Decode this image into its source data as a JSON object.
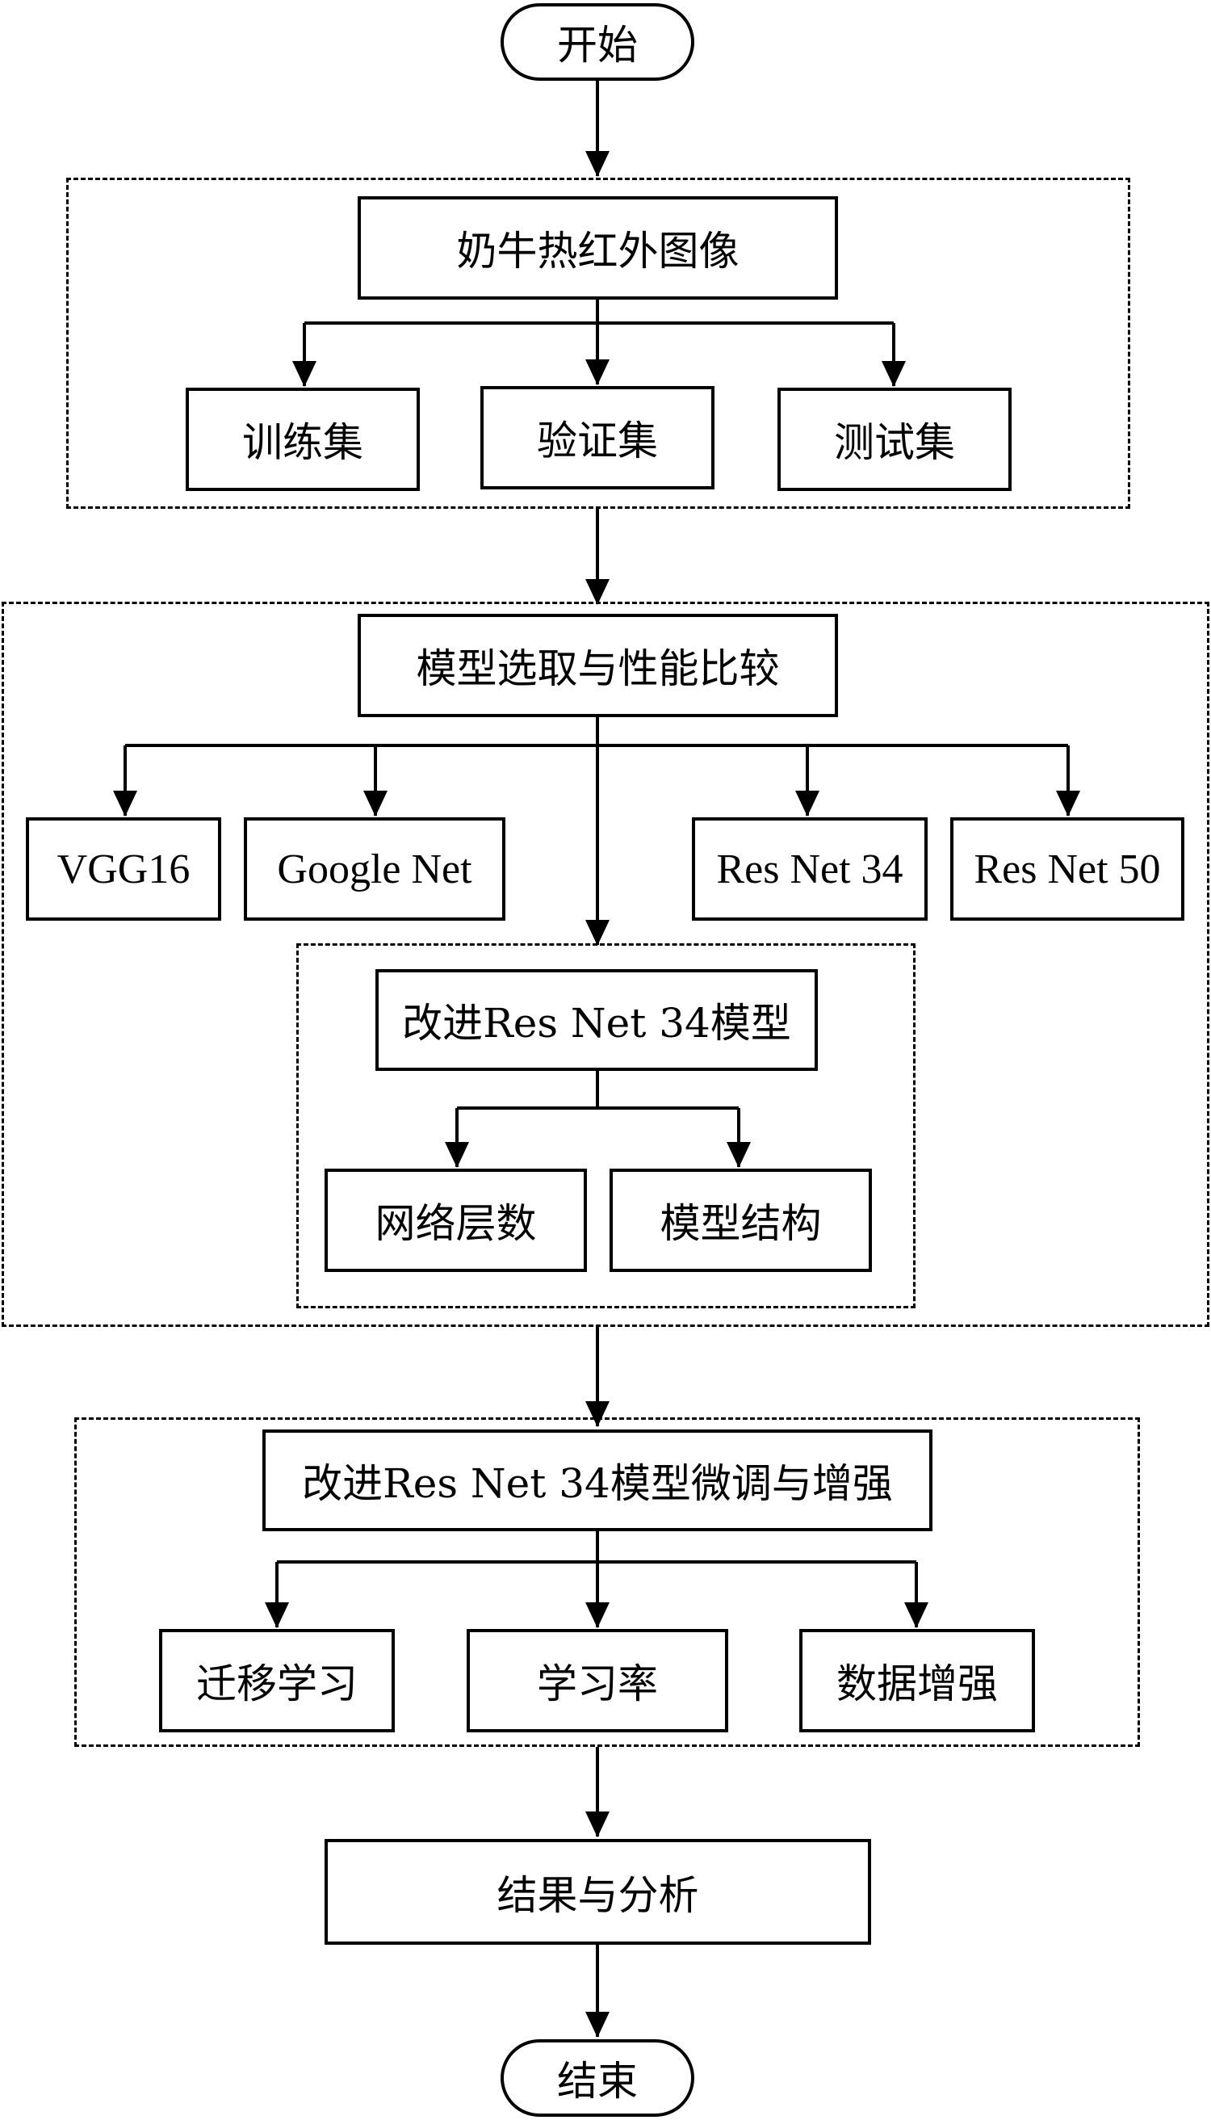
{
  "start": "开始",
  "end": "结束",
  "data_group": {
    "source": "奶牛热红外图像",
    "splits": [
      "训练集",
      "验证集",
      "测试集"
    ]
  },
  "model_group": {
    "title": "模型选取与性能比较",
    "candidates": [
      "VGG16",
      "Google Net",
      "Res Net 34",
      "Res Net 50"
    ],
    "improved": {
      "title": "改进Res Net 34模型",
      "aspects": [
        "网络层数",
        "模型结构"
      ]
    }
  },
  "tuning_group": {
    "title": "改进Res Net 34模型微调与增强",
    "methods": [
      "迁移学习",
      "学习率",
      "数据增强"
    ]
  },
  "result": "结果与分析"
}
